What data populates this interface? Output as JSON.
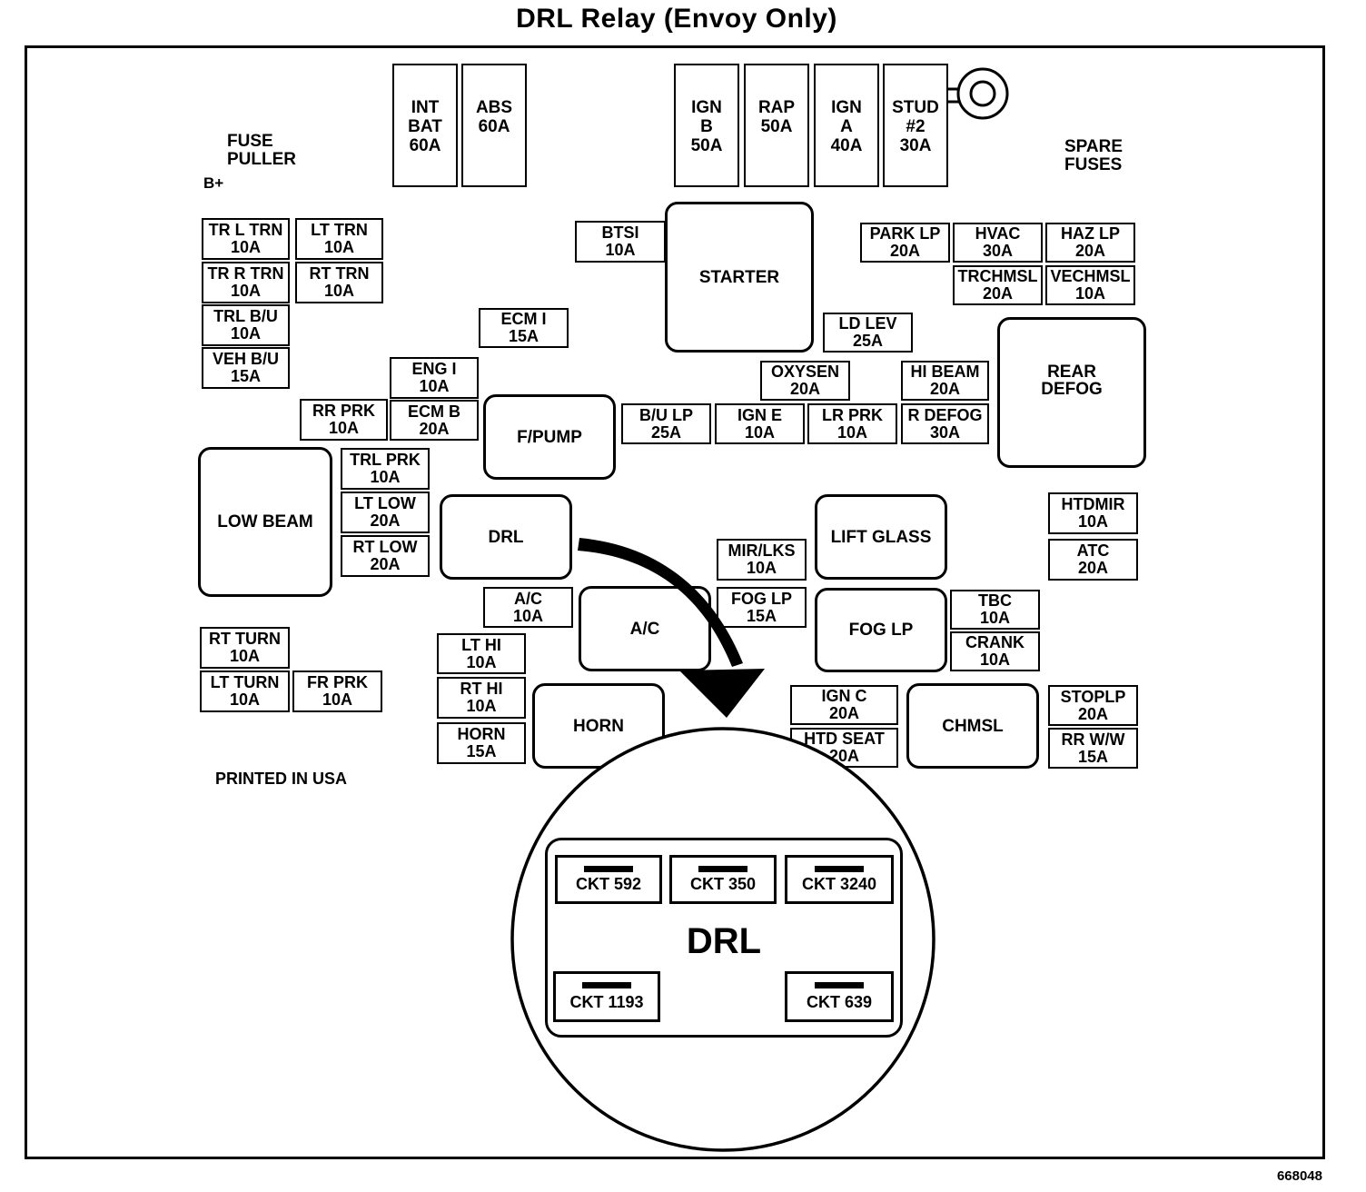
{
  "title": "DRL Relay (Envoy Only)",
  "labels": {
    "fuse_puller": "FUSE\nPULLER",
    "b_plus": "B+",
    "spare_fuses": "SPARE\nFUSES",
    "printed": "PRINTED IN USA",
    "figure_number": "668048"
  },
  "tall_fuses": [
    {
      "lines": [
        "INT",
        "BAT",
        "60A"
      ]
    },
    {
      "lines": [
        "ABS",
        "60A"
      ]
    },
    {
      "lines": [
        "IGN",
        "B",
        "50A"
      ]
    },
    {
      "lines": [
        "RAP",
        "50A"
      ]
    },
    {
      "lines": [
        "IGN",
        "A",
        "40A"
      ]
    },
    {
      "lines": [
        "STUD",
        "#2",
        "30A"
      ]
    }
  ],
  "mini_fuses": [
    {
      "name": "TR L TRN",
      "amp": "10A"
    },
    {
      "name": "LT TRN",
      "amp": "10A"
    },
    {
      "name": "TR R TRN",
      "amp": "10A"
    },
    {
      "name": "RT TRN",
      "amp": "10A"
    },
    {
      "name": "TRL B/U",
      "amp": "10A"
    },
    {
      "name": "VEH B/U",
      "amp": "15A"
    },
    {
      "name": "BTSI",
      "amp": "10A"
    },
    {
      "name": "ECM I",
      "amp": "15A"
    },
    {
      "name": "ENG I",
      "amp": "10A"
    },
    {
      "name": "RR PRK",
      "amp": "10A"
    },
    {
      "name": "ECM B",
      "amp": "20A"
    },
    {
      "name": "TRL PRK",
      "amp": "10A"
    },
    {
      "name": "LT LOW",
      "amp": "20A"
    },
    {
      "name": "RT LOW",
      "amp": "20A"
    },
    {
      "name": "PARK LP",
      "amp": "20A"
    },
    {
      "name": "HVAC",
      "amp": "30A"
    },
    {
      "name": "HAZ LP",
      "amp": "20A"
    },
    {
      "name": "TRCHMSL",
      "amp": "20A"
    },
    {
      "name": "VECHMSL",
      "amp": "10A"
    },
    {
      "name": "LD LEV",
      "amp": "25A"
    },
    {
      "name": "OXYSEN",
      "amp": "20A"
    },
    {
      "name": "HI BEAM",
      "amp": "20A"
    },
    {
      "name": "B/U LP",
      "amp": "25A"
    },
    {
      "name": "IGN E",
      "amp": "10A"
    },
    {
      "name": "LR PRK",
      "amp": "10A"
    },
    {
      "name": "R DEFOG",
      "amp": "30A"
    },
    {
      "name": "HTDMIR",
      "amp": "10A"
    },
    {
      "name": "ATC",
      "amp": "20A"
    },
    {
      "name": "MIR/LKS",
      "amp": "10A"
    },
    {
      "name": "FOG LP",
      "amp": "15A"
    },
    {
      "name": "A/C",
      "amp": "10A"
    },
    {
      "name": "TBC",
      "amp": "10A"
    },
    {
      "name": "CRANK",
      "amp": "10A"
    },
    {
      "name": "RT TURN",
      "amp": "10A"
    },
    {
      "name": "LT TURN",
      "amp": "10A"
    },
    {
      "name": "FR PRK",
      "amp": "10A"
    },
    {
      "name": "LT HI",
      "amp": "10A"
    },
    {
      "name": "RT HI",
      "amp": "10A"
    },
    {
      "name": "HORN",
      "amp": "15A"
    },
    {
      "name": "IGN C",
      "amp": "20A"
    },
    {
      "name": "HTD SEAT",
      "amp": "20A"
    },
    {
      "name": "STOPLP",
      "amp": "20A"
    },
    {
      "name": "RR W/W",
      "amp": "15A"
    }
  ],
  "relays": [
    {
      "lines": [
        "STARTER"
      ]
    },
    {
      "lines": [
        "REAR",
        "DEFOG"
      ]
    },
    {
      "lines": [
        "F/PUMP"
      ]
    },
    {
      "lines": [
        "LOW BEAM"
      ]
    },
    {
      "lines": [
        "DRL"
      ]
    },
    {
      "lines": [
        "LIFT GLASS"
      ]
    },
    {
      "lines": [
        "A/C"
      ]
    },
    {
      "lines": [
        "FOG LP"
      ]
    },
    {
      "lines": [
        "HORN"
      ]
    },
    {
      "lines": [
        "CHMSL"
      ]
    }
  ],
  "detail": {
    "relay_name": "DRL",
    "terminals": [
      "CKT 592",
      "CKT 350",
      "CKT 3240",
      "CKT 1193",
      "CKT 639"
    ]
  }
}
